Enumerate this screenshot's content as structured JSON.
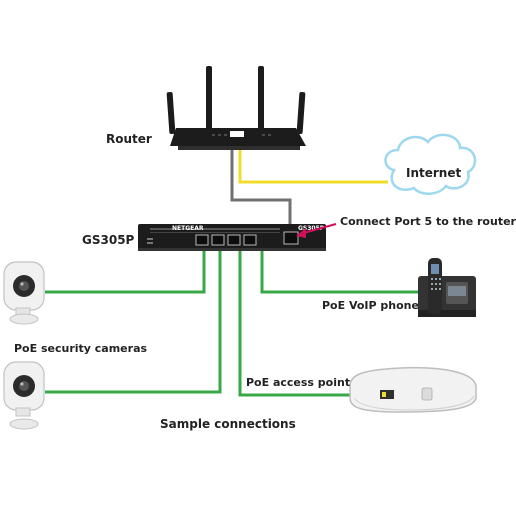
{
  "labels": {
    "router": "Router",
    "internet": "Internet",
    "switch_model": "GS305P",
    "connect_note": "Connect Port 5 to the router",
    "voip_phone": "PoE VoIP phone",
    "security_cameras": "PoE security cameras",
    "access_point": "PoE access point",
    "sample_connections": "Sample connections"
  },
  "device_text": {
    "switch_brand": "NETGEAR",
    "switch_model_on_device": "GS305P"
  },
  "colors": {
    "poe_cable": "#37a845",
    "internet_cable": "#f2dc2b",
    "uplink_cable": "#707070",
    "cloud_stroke": "#9ed8ee",
    "note_pink": "#d0105c",
    "device_black": "#1c1c1c"
  }
}
